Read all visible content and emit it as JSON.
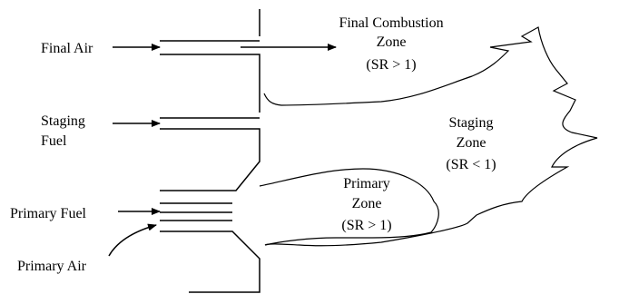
{
  "labels": {
    "final_air": "Final Air",
    "staging_fuel_1": "Staging",
    "staging_fuel_2": "Fuel",
    "primary_fuel": "Primary Fuel",
    "primary_air": "Primary Air"
  },
  "zones": {
    "final": {
      "line1": "Final Combustion",
      "line2": "Zone",
      "line3": "(SR > 1)"
    },
    "staging": {
      "line1": "Staging",
      "line2": "Zone",
      "line3": "(SR < 1)"
    },
    "primary": {
      "line1": "Primary",
      "line2": "Zone",
      "line3": "(SR > 1)"
    }
  }
}
